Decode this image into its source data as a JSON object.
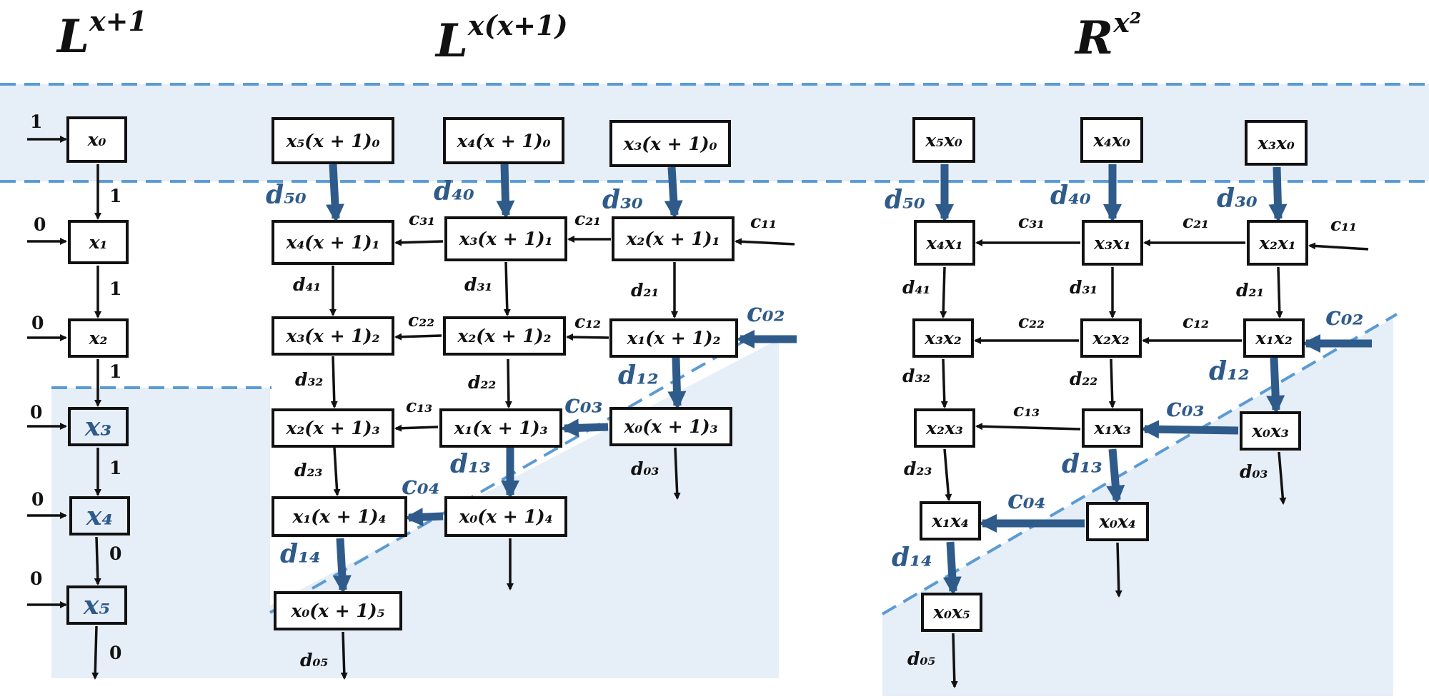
{
  "titles": {
    "left": {
      "base": "L",
      "sup": "x+1"
    },
    "middle": {
      "base": "L",
      "sup": "x(x+1)"
    },
    "right": {
      "base": "R",
      "sup": "x²"
    }
  },
  "colors": {
    "band_fill": "#e6eef8",
    "dash_line": "#5b9bd5",
    "thick_arrow": "#2f5b8a",
    "thin_arrow": "#111111"
  },
  "left_chain": {
    "boxes": [
      "x₀",
      "x₁",
      "x₂",
      "x₃",
      "x₄",
      "x₅"
    ],
    "inputs": [
      "1",
      "0",
      "0",
      "0",
      "0",
      "0"
    ],
    "outputs": [
      "1",
      "1",
      "1",
      "1",
      "0",
      "0"
    ]
  },
  "middle_grid": {
    "row0": [
      "x₅(x + 1)₀",
      "x₄(x + 1)₀",
      "x₃(x + 1)₀"
    ],
    "row1": [
      "x₄(x + 1)₁",
      "x₃(x + 1)₁",
      "x₂(x + 1)₁"
    ],
    "row2": [
      "x₃(x + 1)₂",
      "x₂(x + 1)₂",
      "x₁(x + 1)₂"
    ],
    "row3": [
      "x₂(x + 1)₃",
      "x₁(x + 1)₃",
      "x₀(x + 1)₃"
    ],
    "row4": [
      "x₁(x + 1)₄",
      "x₀(x + 1)₄"
    ],
    "row5": [
      "x₀(x + 1)₅"
    ],
    "d_thick": [
      "d₅₀",
      "d₄₀",
      "d₃₀",
      "d₁₂",
      "d₁₃",
      "d₁₄"
    ],
    "d_thin": [
      "d₄₁",
      "d₃₁",
      "d₂₁",
      "d₃₂",
      "d₂₂",
      "d₂₃",
      "d₀₃",
      "d₀₅"
    ],
    "c_thick": [
      "c₀₂",
      "c₀₃",
      "c₀₄"
    ],
    "c_thin": [
      "c₃₁",
      "c₂₁",
      "c₁₁",
      "c₂₂",
      "c₁₂",
      "c₁₃"
    ]
  },
  "right_grid": {
    "row0": [
      "x₅x₀",
      "x₄x₀",
      "x₃x₀"
    ],
    "row1": [
      "x₄x₁",
      "x₃x₁",
      "x₂x₁"
    ],
    "row2": [
      "x₃x₂",
      "x₂x₂",
      "x₁x₂"
    ],
    "row3": [
      "x₂x₃",
      "x₁x₃",
      "x₀x₃"
    ],
    "row4": [
      "x₁x₄",
      "x₀x₄"
    ],
    "row5": [
      "x₀x₅"
    ],
    "d_thick": [
      "d₅₀",
      "d₄₀",
      "d₃₀",
      "d₁₂",
      "d₁₃",
      "d₁₄"
    ],
    "d_thin": [
      "d₄₁",
      "d₃₁",
      "d₂₁",
      "d₃₂",
      "d₂₂",
      "d₂₃",
      "d₀₃",
      "d₀₅"
    ],
    "c_thick": [
      "c₀₂",
      "c₀₃",
      "c₀₄"
    ],
    "c_thin": [
      "c₃₁",
      "c₂₁",
      "c₁₁",
      "c₂₂",
      "c₁₂",
      "c₁₃"
    ]
  }
}
